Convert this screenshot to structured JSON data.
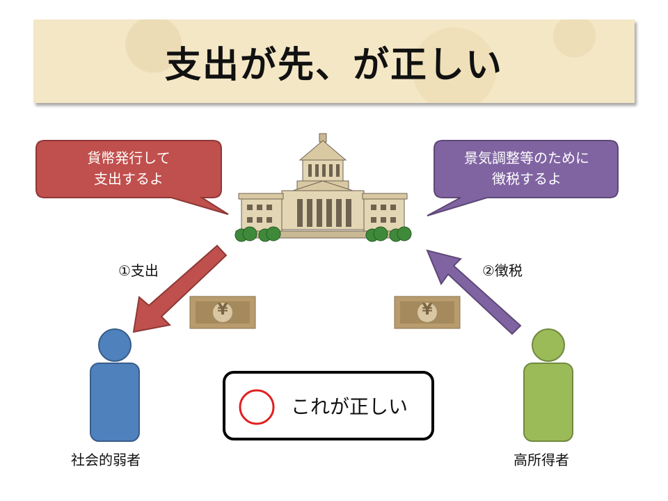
{
  "title": "支出が先、が正しい",
  "bubbles": {
    "left_line1": "貨幣発行して",
    "left_line2": "支出するよ",
    "right_line1": "景気調整等のために",
    "right_line2": "徴税するよ"
  },
  "arrows": {
    "spend_label": "①支出",
    "tax_label": "②徴税"
  },
  "money_symbol": "¥",
  "people": {
    "left_label": "社会的弱者",
    "right_label": "高所得者"
  },
  "answer": {
    "text": "これが正しい"
  },
  "colors": {
    "spend": "#c0504d",
    "tax": "#8064a2",
    "left_person": "#4f81bd",
    "right_person": "#9bbb59",
    "circle_mark": "#e02020"
  },
  "icons": [
    "parliament-building-icon",
    "banknote-icon",
    "person-icon",
    "circle-mark-icon"
  ]
}
